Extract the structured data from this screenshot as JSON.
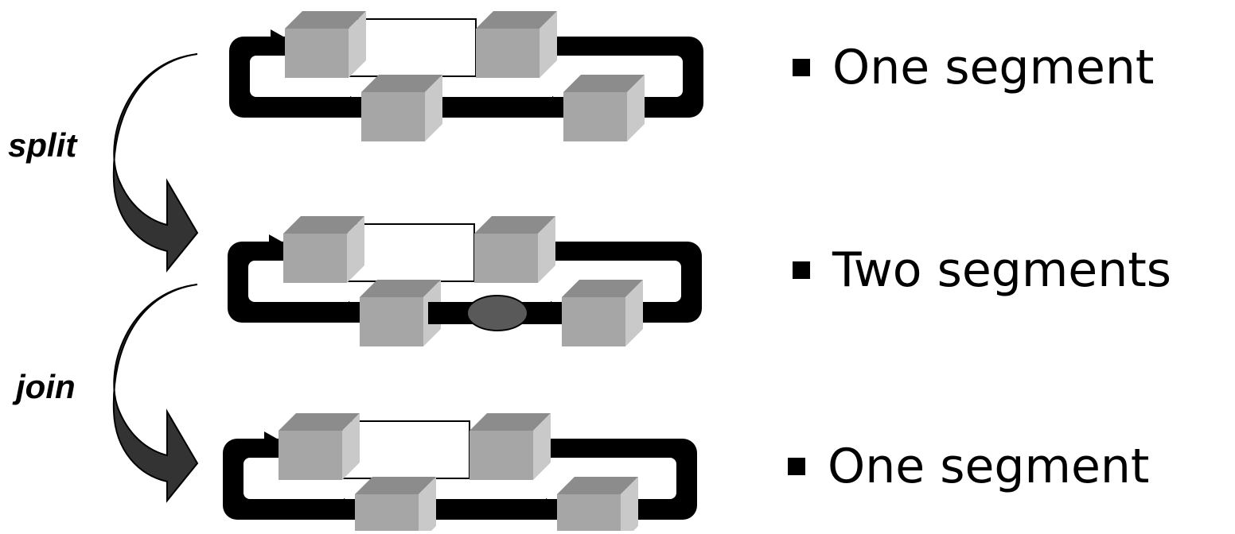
{
  "labels": {
    "split": "split",
    "join": "join"
  },
  "rows": [
    {
      "caption": "One segment",
      "has_gap": false
    },
    {
      "caption": "Two segments",
      "has_gap": true
    },
    {
      "caption": "One segment",
      "has_gap": false
    }
  ],
  "colors": {
    "ring": "#000000",
    "box_front": "#a6a6a6",
    "box_top": "#8c8c8c",
    "box_side": "#c9c9c9",
    "gap_ellipse": "#595959",
    "curve_arrow": "#333333"
  }
}
